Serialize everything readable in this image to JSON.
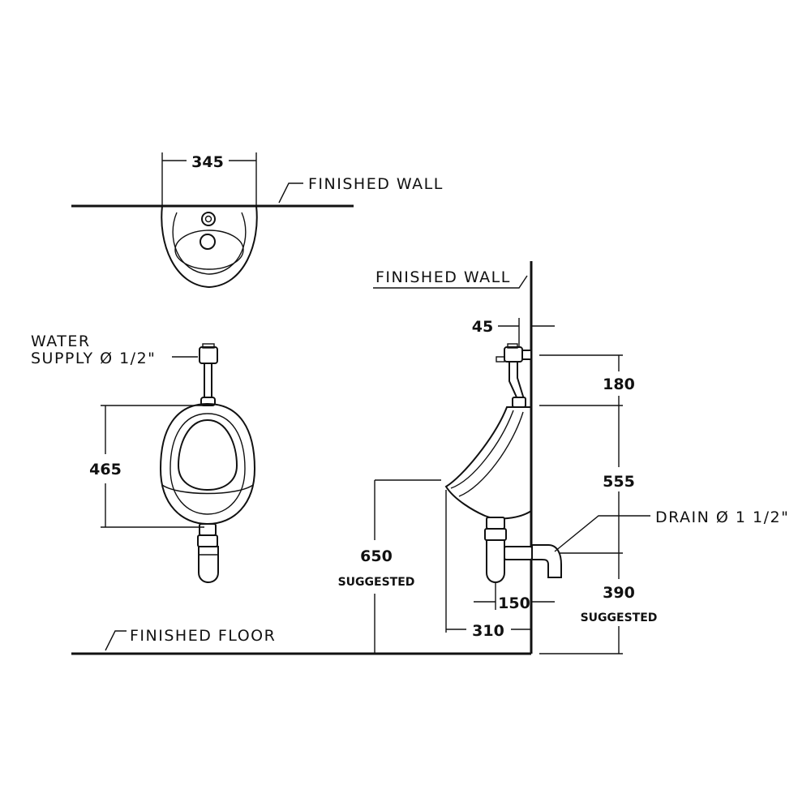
{
  "top_view": {
    "width_dim": "345",
    "wall_label": "FINISHED WALL"
  },
  "front_view": {
    "water_supply_line1": "WATER",
    "water_supply_line2": "SUPPLY Ø 1/2\"",
    "height_dim": "465"
  },
  "side_view": {
    "wall_label": "FINISHED WALL",
    "offset_dim": "45",
    "dim_180": "180",
    "dim_555": "555",
    "drain_label": "DRAIN Ø 1 1/2\"",
    "dim_390": "390",
    "dim_390_note": "SUGGESTED",
    "dim_650": "650",
    "dim_650_note": "SUGGESTED",
    "dim_150": "150",
    "dim_310": "310"
  },
  "floor_label": "FINISHED FLOOR"
}
